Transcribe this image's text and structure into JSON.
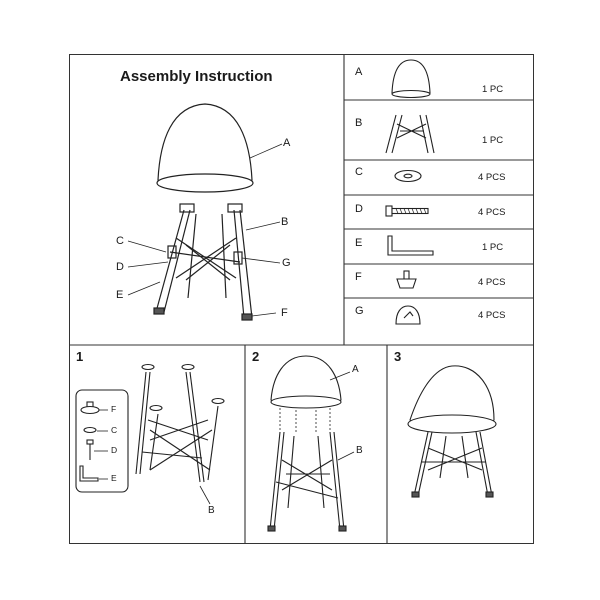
{
  "header": {
    "title": "Assembly Instruction"
  },
  "overview_callouts": {
    "a": "A",
    "b": "B",
    "c": "C",
    "d": "D",
    "e": "E",
    "f": "F",
    "g": "G"
  },
  "parts": [
    {
      "letter": "A",
      "qty": "1 PC",
      "icon": "chair-seat-icon"
    },
    {
      "letter": "B",
      "qty": "1 PC",
      "icon": "leg-frame-icon"
    },
    {
      "letter": "C",
      "qty": "4 PCS",
      "icon": "washer-icon"
    },
    {
      "letter": "D",
      "qty": "4 PCS",
      "icon": "bolt-icon"
    },
    {
      "letter": "E",
      "qty": "1 PC",
      "icon": "allen-key-icon"
    },
    {
      "letter": "F",
      "qty": "4 PCS",
      "icon": "foot-cap-icon"
    },
    {
      "letter": "G",
      "qty": "4 PCS",
      "icon": "cover-cap-icon"
    }
  ],
  "steps": [
    {
      "number": "1",
      "callouts": {
        "f": "F",
        "c": "C",
        "d": "D",
        "e": "E",
        "b": "B"
      }
    },
    {
      "number": "2",
      "callouts": {
        "a": "A",
        "b": "B"
      }
    },
    {
      "number": "3"
    }
  ]
}
